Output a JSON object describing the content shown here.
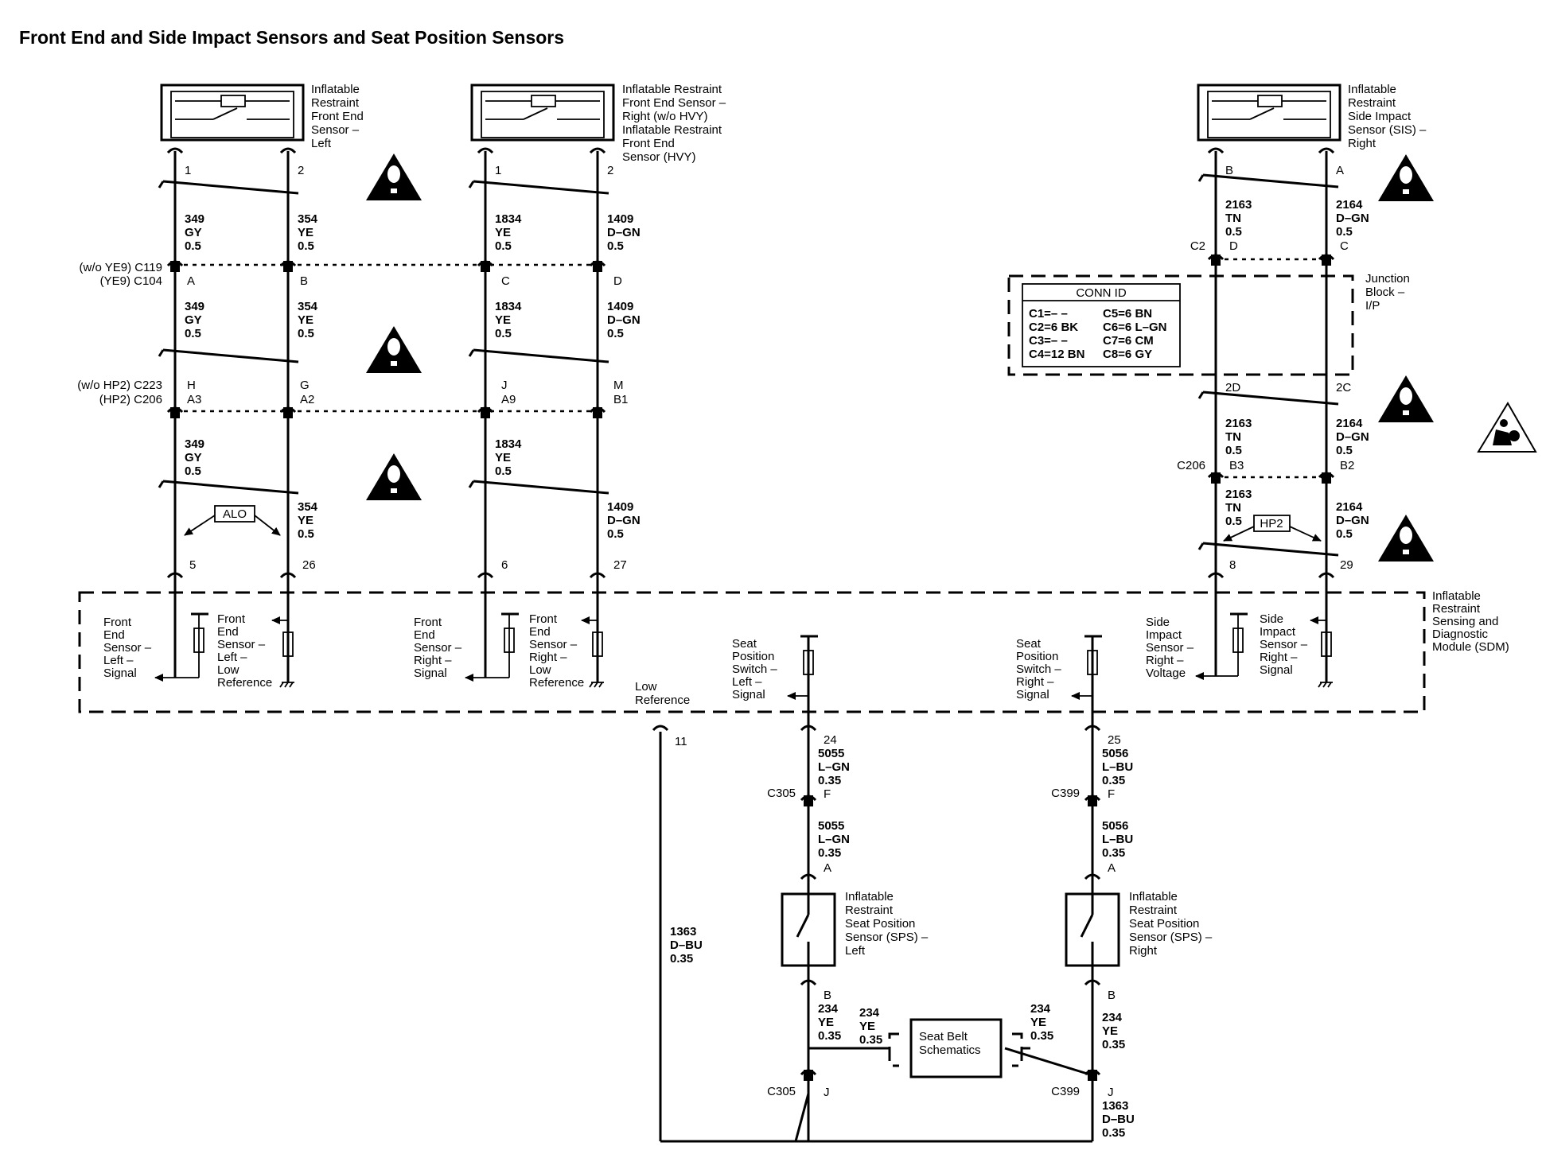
{
  "title": "Front End and Side Impact Sensors and Seat Position Sensors",
  "components": {
    "fes_left": [
      "Inflatable",
      "Restraint",
      "Front End",
      "Sensor –",
      "Left"
    ],
    "fes_right": [
      "Inflatable Restraint",
      "Front End Sensor –",
      "Right (w/o HVY)",
      "Inflatable Restraint",
      "Front End",
      "Sensor (HVY)"
    ],
    "sis_right": [
      "Inflatable",
      "Restraint",
      "Side Impact",
      "Sensor (SIS) –",
      "Right"
    ],
    "junction_block": [
      "Junction",
      "Block –",
      "I/P"
    ],
    "sdm": [
      "Inflatable",
      "Restraint",
      "Sensing and",
      "Diagnostic",
      "Module (SDM)"
    ],
    "sps_left": [
      "Inflatable",
      "Restraint",
      "Seat Position",
      "Sensor (SPS) –",
      "Left"
    ],
    "sps_right": [
      "Inflatable",
      "Restraint",
      "Seat Position",
      "Sensor (SPS) –",
      "Right"
    ],
    "seat_belt": [
      "Seat Belt",
      "Schematics"
    ]
  },
  "conn_id": {
    "header": "CONN ID",
    "rows": [
      [
        "C1=– –",
        "C5=6 BN"
      ],
      [
        "C2=6 BK",
        "C6=6 L–GN"
      ],
      [
        "C3=– –",
        "C7=6 CM"
      ],
      [
        "C4=12 BN",
        "C8=6 GY"
      ]
    ]
  },
  "connectors": {
    "c119": "(w/o YE9) C119",
    "c104": "(YE9) C104",
    "c223": "(w/o HP2) C223",
    "c206a": "(HP2) C206",
    "c2": "C2",
    "c206b": "C206",
    "c305_top": "C305",
    "c399_top": "C399",
    "c305_bot": "C305",
    "c399_bot": "C399"
  },
  "pins": {
    "fesl_1": "1",
    "fesl_2": "2",
    "fesr_1": "1",
    "fesr_2": "2",
    "sis_b": "B",
    "sis_a": "A",
    "c119_a": "A",
    "c119_b": "B",
    "c119_c": "C",
    "c119_d": "D",
    "c223_h": "H",
    "c223_g": "G",
    "c223_j": "J",
    "c223_m": "M",
    "c206_a3": "A3",
    "c206_a2": "A2",
    "c206_a9": "A9",
    "c206_b1": "B1",
    "c2_d": "D",
    "c2_c": "C",
    "jb_2d": "2D",
    "jb_2c": "2C",
    "c206_b3": "B3",
    "c206_b2": "B2",
    "sdm_5": "5",
    "sdm_26": "26",
    "sdm_6": "6",
    "sdm_27": "27",
    "sdm_8": "8",
    "sdm_29": "29",
    "sdm_11": "11",
    "sdm_24": "24",
    "sdm_25": "25",
    "c305_f": "F",
    "c399_f": "F",
    "spsl_a": "A",
    "spsr_a": "A",
    "spsl_b": "B",
    "spsr_b": "B",
    "c305_j": "J",
    "c399_j": "J"
  },
  "wires": {
    "w1": [
      "349",
      "GY",
      "0.5"
    ],
    "w2": [
      "354",
      "YE",
      "0.5"
    ],
    "w3": [
      "1834",
      "YE",
      "0.5"
    ],
    "w4": [
      "1409",
      "D–GN",
      "0.5"
    ],
    "w5": [
      "349",
      "GY",
      "0.5"
    ],
    "w6": [
      "354",
      "YE",
      "0.5"
    ],
    "w7": [
      "1834",
      "YE",
      "0.5"
    ],
    "w8": [
      "1409",
      "D–GN",
      "0.5"
    ],
    "w9": [
      "349",
      "GY",
      "0.5"
    ],
    "w10": [
      "1834",
      "YE",
      "0.5"
    ],
    "w11": [
      "354",
      "YE",
      "0.5"
    ],
    "w12": [
      "1409",
      "D–GN",
      "0.5"
    ],
    "w13": [
      "2163",
      "TN",
      "0.5"
    ],
    "w14": [
      "2164",
      "D–GN",
      "0.5"
    ],
    "w15": [
      "2163",
      "TN",
      "0.5"
    ],
    "w16": [
      "2164",
      "D–GN",
      "0.5"
    ],
    "w17": [
      "2163",
      "TN",
      "0.5"
    ],
    "w18": [
      "2164",
      "D–GN",
      "0.5"
    ],
    "w19": [
      "5055",
      "L–GN",
      "0.35"
    ],
    "w20": [
      "5055",
      "L–GN",
      "0.35"
    ],
    "w21": [
      "5056",
      "L–BU",
      "0.35"
    ],
    "w22": [
      "5056",
      "L–BU",
      "0.35"
    ],
    "w23": [
      "1363",
      "D–BU",
      "0.35"
    ],
    "w24": [
      "234",
      "YE",
      "0.35"
    ],
    "w25": [
      "234",
      "YE",
      "0.35"
    ],
    "w26": [
      "234",
      "YE",
      "0.35"
    ],
    "w27": [
      "234",
      "YE",
      "0.35"
    ],
    "w28": [
      "1363",
      "D–BU",
      "0.35"
    ]
  },
  "options": {
    "alo": "ALO",
    "hp2": "HP2"
  },
  "sdm_circuits": {
    "fesl_sig": [
      "Front",
      "End",
      "Sensor –",
      "Left –",
      "Signal"
    ],
    "fesl_ref": [
      "Front",
      "End",
      "Sensor –",
      "Left –",
      "Low",
      "Reference"
    ],
    "fesr_sig": [
      "Front",
      "End",
      "Sensor –",
      "Right –",
      "Signal"
    ],
    "fesr_ref": [
      "Front",
      "End",
      "Sensor –",
      "Right –",
      "Low",
      "Reference"
    ],
    "low_ref": [
      "Low",
      "Reference"
    ],
    "sps_left": [
      "Seat",
      "Position",
      "Switch –",
      "Left –",
      "Signal"
    ],
    "sps_right": [
      "Seat",
      "Position",
      "Switch –",
      "Right –",
      "Signal"
    ],
    "sis_volt": [
      "Side",
      "Impact",
      "Sensor –",
      "Right –",
      "Voltage"
    ],
    "sis_sig": [
      "Side",
      "Impact",
      "Sensor –",
      "Right –",
      "Signal"
    ]
  }
}
